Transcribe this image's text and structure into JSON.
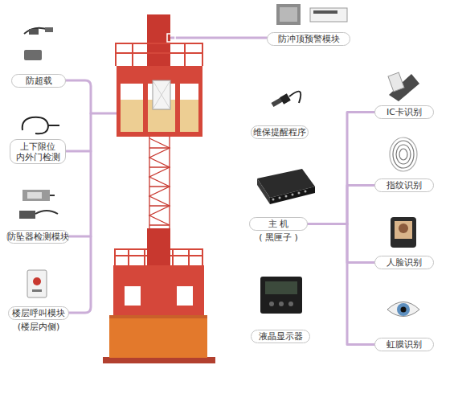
{
  "diagram": {
    "nodes": [
      {
        "text": [
          "防冲顶预警模块"
        ]
      },
      {
        "text": [
          "防超载"
        ]
      },
      {
        "text": [
          "上下限位 内外门检测"
        ]
      },
      {
        "text": [
          "防坠器检测模块"
        ]
      },
      {
        "text": [
          "楼层呼叫模块",
          "(楼层内侧)"
        ]
      },
      {
        "text": [
          "维保提醒程序"
        ]
      },
      {
        "text": [
          "主 机",
          "( 黑匣子 )"
        ]
      },
      {
        "text": [
          "液晶显示器"
        ]
      },
      {
        "text": [
          "IC卡识别"
        ]
      },
      {
        "text": [
          "指纹识别"
        ]
      },
      {
        "text": [
          "人脸识别"
        ]
      },
      {
        "text": [
          "虹膜识别"
        ]
      }
    ],
    "edges": [
      {
        "from": 6,
        "to": 8,
        "arrow": "none"
      },
      {
        "from": 6,
        "to": 9,
        "arrow": "none"
      },
      {
        "from": 6,
        "to": 10,
        "arrow": "none"
      },
      {
        "from": 6,
        "to": 11,
        "arrow": "none"
      }
    ]
  }
}
